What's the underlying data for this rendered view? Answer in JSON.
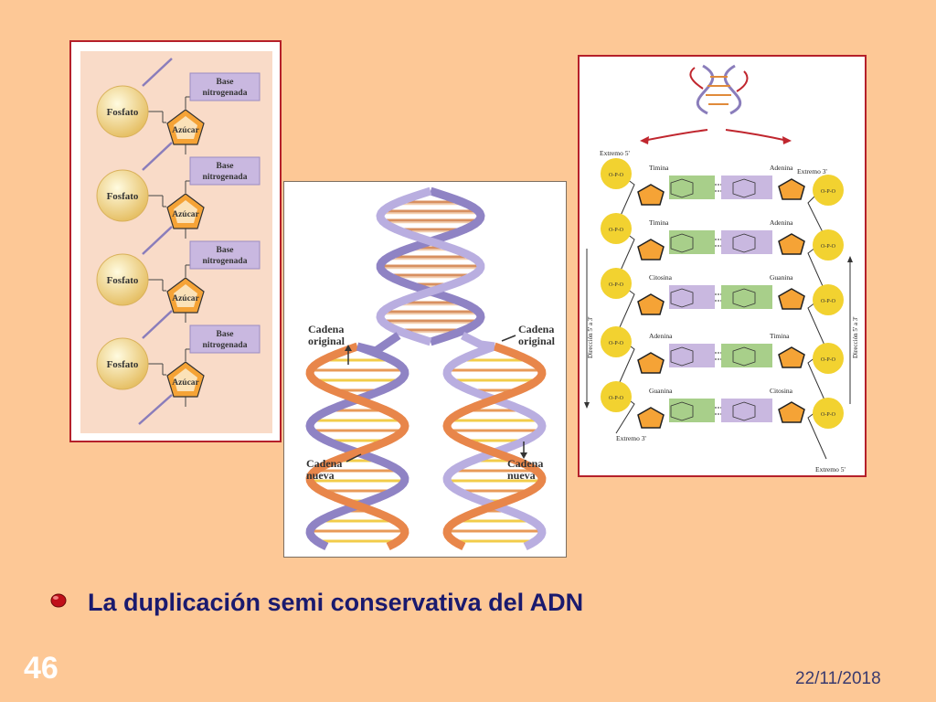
{
  "slide": {
    "caption": "La duplicación semi conservativa del ADN",
    "number": "46",
    "date": "22/11/2018"
  },
  "nucleotide_panel": {
    "phosphate_label": "Fosfato",
    "sugar_label": "Azúcar",
    "base_label_line1": "Base",
    "base_label_line2": "nitrogenada"
  },
  "replication_panel": {
    "left_original": [
      "Cadena",
      "original"
    ],
    "right_original": [
      "Cadena",
      "original"
    ],
    "left_new": [
      "Cadena",
      "nueva"
    ],
    "right_new": [
      "Cadena",
      "nueva"
    ]
  },
  "pairs_panel": {
    "end5_top": "Extremo 5'",
    "end3_top": "Extremo 3'",
    "end3_bottom": "Extremo 3'",
    "end5_bottom": "Extremo 5'",
    "direction_left": "Dirección 5' a 3'",
    "direction_right": "Dirección 5' a 3'",
    "pairs": [
      {
        "left": "Timina",
        "right": "Adenina"
      },
      {
        "left": "Timina",
        "right": "Adenina"
      },
      {
        "left": "Citosina",
        "right": "Guanina"
      },
      {
        "left": "Adenina",
        "right": "Timina"
      },
      {
        "left": "Guanina",
        "right": "Citosina"
      }
    ]
  },
  "colors": {
    "background": "#fdc896",
    "accent_border": "#b5202a",
    "caption": "#1a1a6e",
    "phosphate": "#f2d230",
    "sugar": "#f5a336",
    "purple_base": "#c9b8e0",
    "green_base": "#a8cf8a"
  }
}
